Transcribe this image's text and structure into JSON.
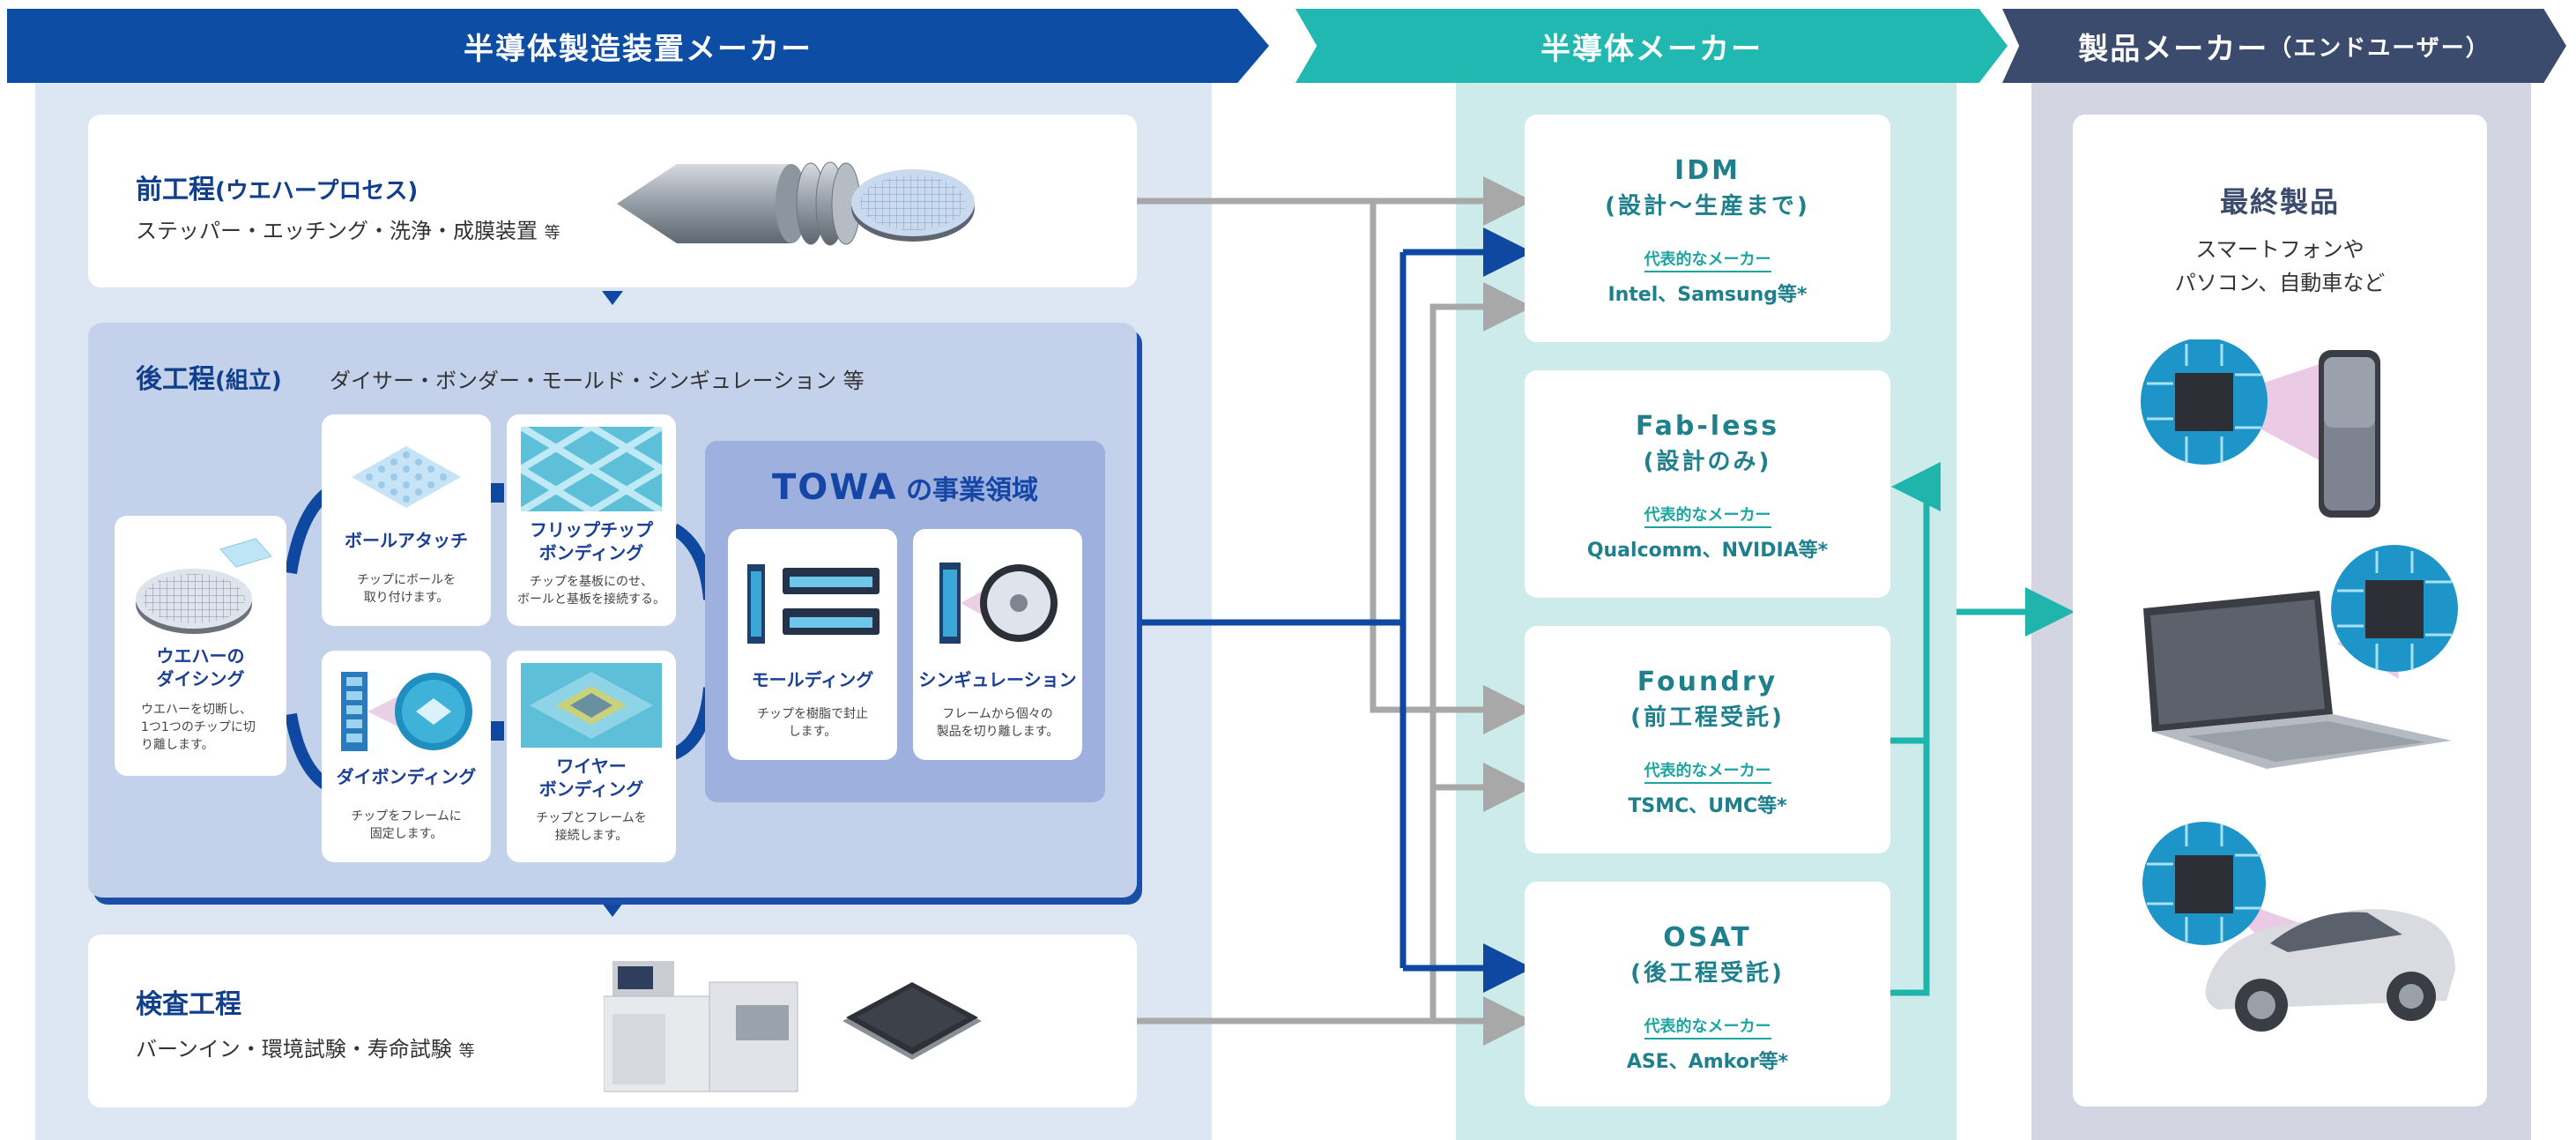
{
  "colors": {
    "banner1": "#0e4da4",
    "banner2": "#22b8b2",
    "banner3": "#3a4b6d",
    "col1_bg": "#dde6f3",
    "col2_bg": "#cdebea",
    "col3_bg": "#d4d5e3",
    "post_bg": "#c3d2ea",
    "towa_bg": "#9db0de",
    "arrow_gray": "#a8a8a8",
    "arrow_blue": "#0e48a0",
    "arrow_teal": "#1fb4ac"
  },
  "banners": {
    "equipment": "半導体製造装置メーカー",
    "semiconductor": "半導体メーカー",
    "product_main": "製品メーカー",
    "product_sub": "（エンドユーザー）"
  },
  "front": {
    "title_main": "前工程",
    "title_sub": "(ウエハープロセス)",
    "desc_main": "ステッパー・エッチング・洗浄・成膜装置",
    "desc_etc": "等"
  },
  "post": {
    "title_main": "後工程",
    "title_sub": "(組立)",
    "desc": "ダイサー・ボンダー・モールド・シンギュレーション 等"
  },
  "processes": {
    "dicing": {
      "label": [
        "ウエハーの",
        "ダイシング"
      ],
      "desc": [
        "ウエハーを切断し、",
        "1つ1つのチップに切",
        "り離します。"
      ]
    },
    "ball": {
      "label": [
        "ボールアタッチ"
      ],
      "desc": [
        "チップにボールを",
        "取り付けます。"
      ]
    },
    "flip": {
      "label": [
        "フリップチップ",
        "ボンディング"
      ],
      "desc": [
        "チップを基板にのせ、",
        "ボールと基板を接続する。"
      ]
    },
    "die": {
      "label": [
        "ダイボンディング"
      ],
      "desc": [
        "チップをフレームに",
        "固定します。"
      ]
    },
    "wire": {
      "label": [
        "ワイヤー",
        "ボンディング"
      ],
      "desc": [
        "チップとフレームを",
        "接続します。"
      ]
    },
    "molding": {
      "label": [
        "モールディング"
      ],
      "desc": [
        "チップを樹脂で封止",
        "します。"
      ]
    },
    "singulation": {
      "label": [
        "シンギュレーション"
      ],
      "desc": [
        "フレームから個々の",
        "製品を切り離します。"
      ]
    }
  },
  "towa": {
    "logo": "TOWA",
    "label": "の事業領域"
  },
  "inspection": {
    "title": "検査工程",
    "desc_main": "バーンイン・環境試験・寿命試験",
    "desc_etc": "等"
  },
  "makers": [
    {
      "title": "IDM",
      "sub": "(設計〜生産まで)",
      "label": "代表的なメーカー",
      "names": "Intel、Samsung等*"
    },
    {
      "title": "Fab-less",
      "sub": "(設計のみ)",
      "label": "代表的なメーカー",
      "names": "Qualcomm、NVIDIA等*"
    },
    {
      "title": "Foundry",
      "sub": "(前工程受託)",
      "label": "代表的なメーカー",
      "names": "TSMC、UMC等*"
    },
    {
      "title": "OSAT",
      "sub": "(後工程受託)",
      "label": "代表的なメーカー",
      "names": "ASE、Amkor等*"
    }
  ],
  "final": {
    "title": "最終製品",
    "desc": [
      "スマートフォンや",
      "パソコン、自動車など"
    ]
  }
}
